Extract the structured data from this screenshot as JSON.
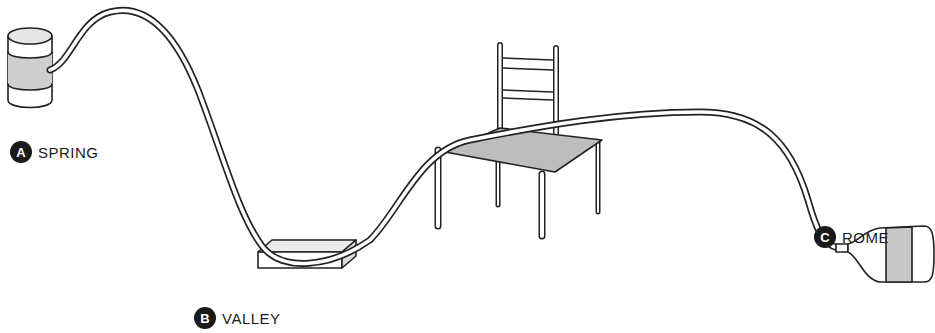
{
  "diagram": {
    "nodes": [
      {
        "text": [
          "A",
          "SPRING"
        ]
      },
      {
        "text": [
          "B",
          "VALLEY"
        ]
      },
      {
        "text": [
          "C",
          "ROME"
        ]
      }
    ]
  }
}
